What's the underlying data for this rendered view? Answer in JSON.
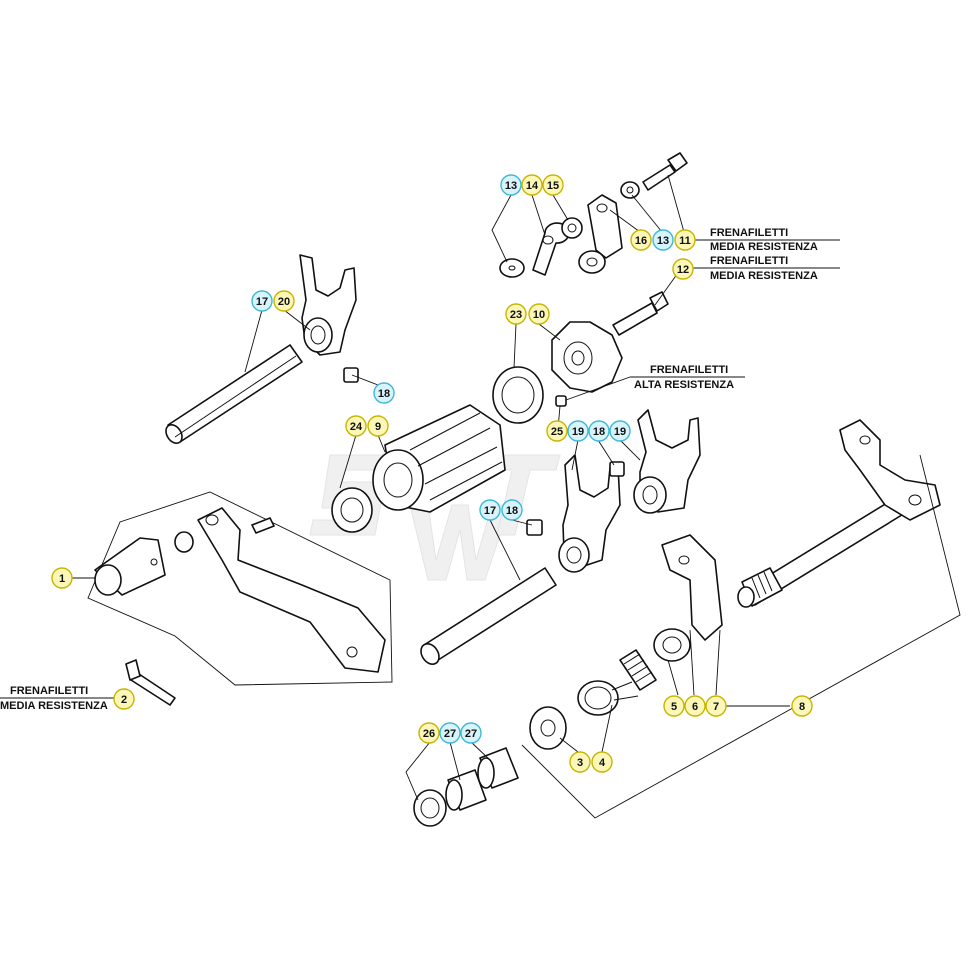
{
  "colors": {
    "yellow_bubble": "#fbf7b8",
    "blue_bubble": "#d8f3fa",
    "yellow_border": "#c9b400",
    "blue_border": "#3bb9d6",
    "line": "#111111"
  },
  "notes": {
    "n1": {
      "line1": "FRENAFILETTI",
      "line2": "MEDIA RESISTENZA"
    },
    "n2": {
      "line1": "FRENAFILETTI",
      "line2": "MEDIA RESISTENZA"
    },
    "n3": {
      "line1": "FRENAFILETTI",
      "line2": "ALTA RESISTENZA"
    },
    "n4": {
      "line1": "FRENAFILETTI",
      "line2": "MEDIA RESISTENZA"
    }
  },
  "callouts": {
    "c13a": {
      "label": "13",
      "style": "blue"
    },
    "c14": {
      "label": "14",
      "style": "yellow"
    },
    "c15": {
      "label": "15",
      "style": "yellow"
    },
    "c16": {
      "label": "16",
      "style": "yellow"
    },
    "c13b": {
      "label": "13",
      "style": "blue"
    },
    "c11": {
      "label": "11",
      "style": "yellow"
    },
    "c12": {
      "label": "12",
      "style": "yellow"
    },
    "c17a": {
      "label": "17",
      "style": "blue"
    },
    "c20": {
      "label": "20",
      "style": "yellow"
    },
    "c18a": {
      "label": "18",
      "style": "blue"
    },
    "c23": {
      "label": "23",
      "style": "yellow"
    },
    "c10": {
      "label": "10",
      "style": "yellow"
    },
    "c24": {
      "label": "24",
      "style": "yellow"
    },
    "c9": {
      "label": "9",
      "style": "yellow"
    },
    "c25": {
      "label": "25",
      "style": "yellow"
    },
    "c19a": {
      "label": "19",
      "style": "blue"
    },
    "c18b": {
      "label": "18",
      "style": "blue"
    },
    "c19b": {
      "label": "19",
      "style": "blue"
    },
    "c17b": {
      "label": "17",
      "style": "blue"
    },
    "c18c": {
      "label": "18",
      "style": "blue"
    },
    "c1": {
      "label": "1",
      "style": "yellow"
    },
    "c2": {
      "label": "2",
      "style": "yellow"
    },
    "c5": {
      "label": "5",
      "style": "yellow"
    },
    "c6": {
      "label": "6",
      "style": "yellow"
    },
    "c7": {
      "label": "7",
      "style": "yellow"
    },
    "c8": {
      "label": "8",
      "style": "yellow"
    },
    "c3": {
      "label": "3",
      "style": "yellow"
    },
    "c4": {
      "label": "4",
      "style": "yellow"
    },
    "c26": {
      "label": "26",
      "style": "yellow"
    },
    "c27a": {
      "label": "27",
      "style": "blue"
    },
    "c27b": {
      "label": "27",
      "style": "blue"
    }
  }
}
